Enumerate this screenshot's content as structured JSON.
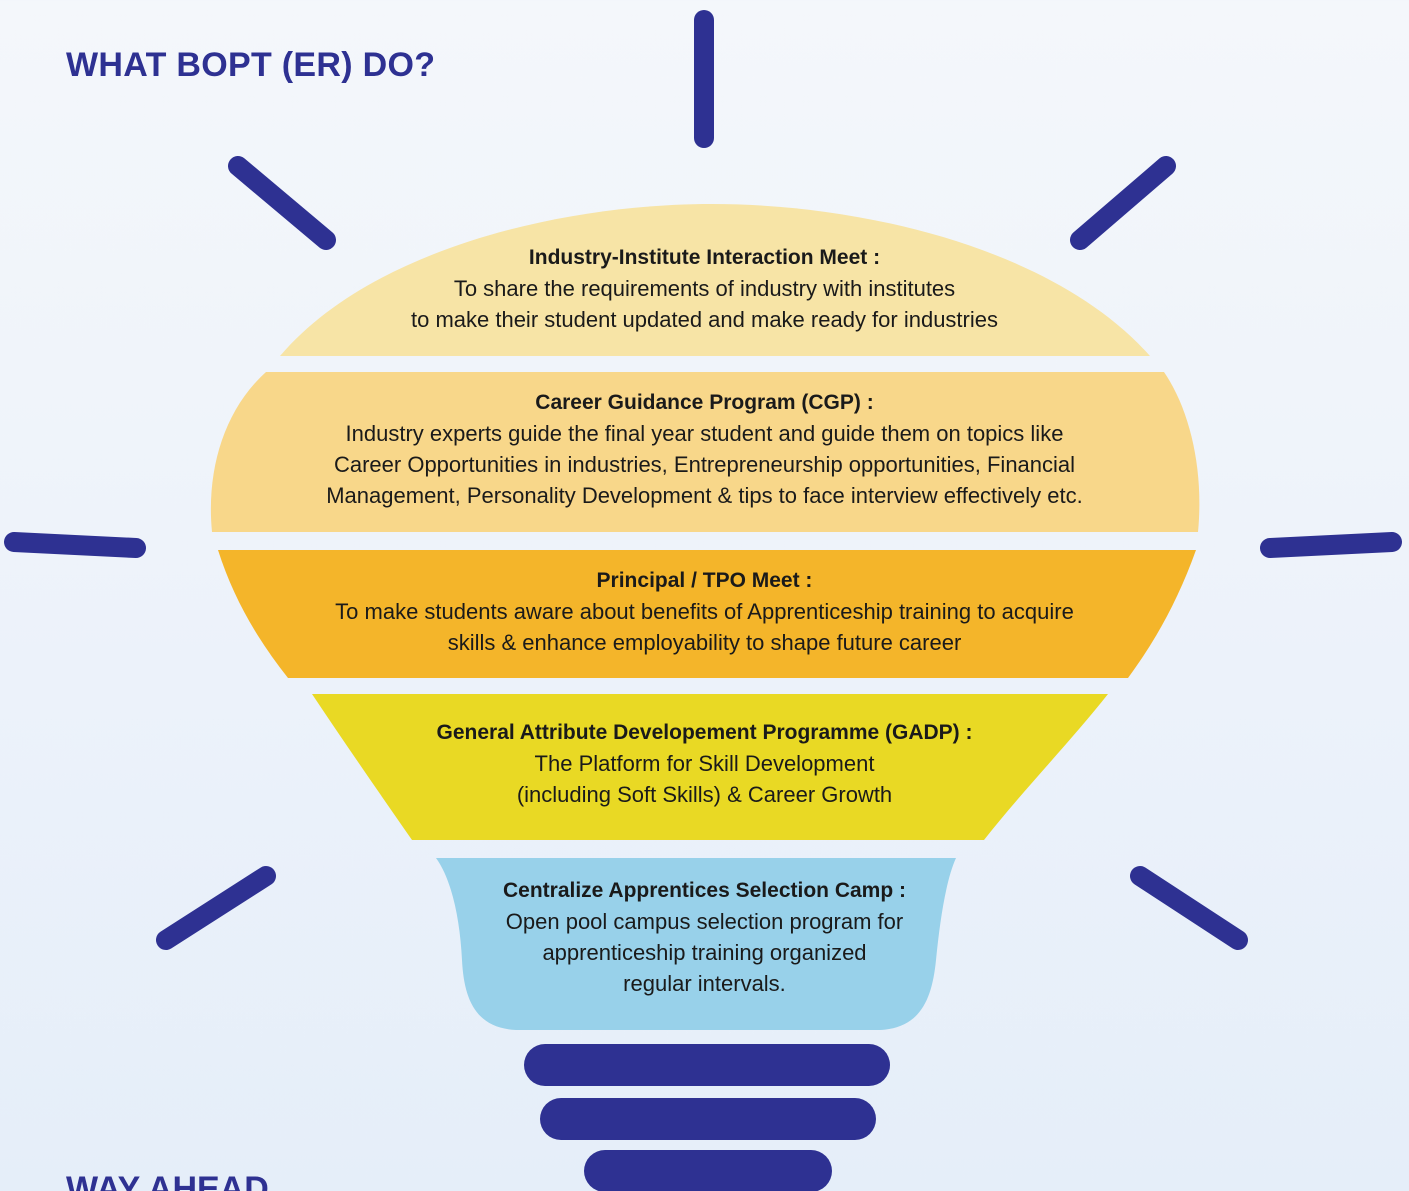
{
  "page": {
    "title": "WHAT BOPT (ER) DO?",
    "bottom_heading": "WAY AHEAD"
  },
  "colors": {
    "heading": "#2e3192",
    "ray": "#2e3192",
    "band1": "#f7e4a6",
    "band2": "#f8d78a",
    "band3": "#f4b52a",
    "band4": "#e9d924",
    "band5": "#98d1ea",
    "base": "#2e3192"
  },
  "bands": [
    {
      "title": "Industry-Institute Interaction Meet :",
      "lines": [
        "To share the requirements of industry with institutes",
        "to make their student updated and make ready for industries"
      ]
    },
    {
      "title": "Career Guidance Program (CGP) :",
      "lines": [
        "Industry experts guide the final year student and guide them on topics like",
        "Career Opportunities in industries, Entrepreneurship opportunities, Financial",
        "Management, Personality Development & tips to face interview effectively etc."
      ]
    },
    {
      "title": "Principal / TPO Meet :",
      "lines": [
        "To make students aware about benefits of Apprenticeship training to acquire",
        "skills & enhance employability to shape future career"
      ]
    },
    {
      "title": "General Attribute Developement Programme (GADP) :",
      "lines": [
        "The Platform for Skill Development",
        "(including Soft Skills) & Career Growth"
      ]
    },
    {
      "title": "Centralize Apprentices Selection Camp :",
      "lines": [
        "Open pool campus selection program for",
        "apprenticeship training organized",
        "regular intervals."
      ]
    }
  ]
}
